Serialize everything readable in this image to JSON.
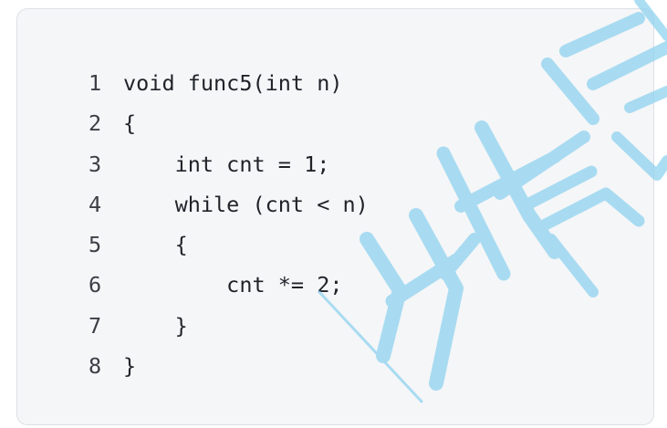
{
  "code_block": {
    "lines": [
      {
        "number": "1",
        "text": "void func5(int n)"
      },
      {
        "number": "2",
        "text": "{"
      },
      {
        "number": "3",
        "text": "    int cnt = 1;"
      },
      {
        "number": "4",
        "text": "    while (cnt < n)"
      },
      {
        "number": "5",
        "text": "    {"
      },
      {
        "number": "6",
        "text": "        cnt *= 2;"
      },
      {
        "number": "7",
        "text": "    }"
      },
      {
        "number": "8",
        "text": "}"
      }
    ]
  },
  "watermark": {
    "text": "比特就业课",
    "color": "#8fd3ef"
  }
}
